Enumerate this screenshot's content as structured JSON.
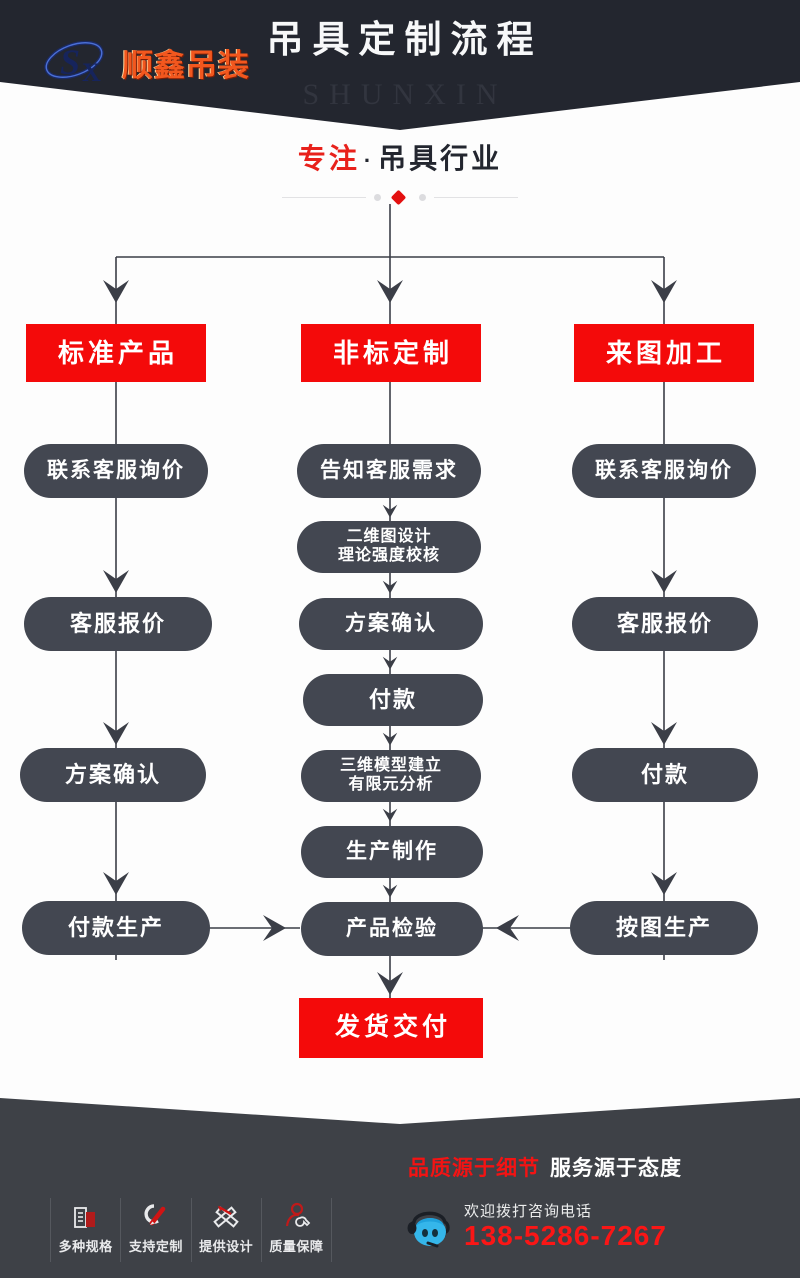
{
  "header": {
    "title": "吊具定制流程",
    "subtitle_en": "SHUNXIN",
    "slogan_highlight": "专注",
    "slogan_dot": "·",
    "slogan_rest": "吊具行业"
  },
  "flow": {
    "branches": [
      {
        "id": "standard",
        "head": "标准产品",
        "steps": [
          {
            "label": "联系客服询价"
          },
          {
            "label": "客服报价"
          },
          {
            "label": "方案确认"
          },
          {
            "label": "付款生产"
          }
        ]
      },
      {
        "id": "custom",
        "head": "非标定制",
        "steps": [
          {
            "label": "告知客服需求"
          },
          {
            "label": "二维图设计\n理论强度校核"
          },
          {
            "label": "方案确认"
          },
          {
            "label": "付款"
          },
          {
            "label": "三维模型建立\n有限元分析"
          },
          {
            "label": "生产制作"
          },
          {
            "label": "产品检验"
          }
        ]
      },
      {
        "id": "drawing",
        "head": "来图加工",
        "steps": [
          {
            "label": "联系客服询价"
          },
          {
            "label": "客服报价"
          },
          {
            "label": "付款"
          },
          {
            "label": "按图生产"
          }
        ]
      }
    ],
    "final": "发货交付"
  },
  "footer": {
    "brand": "顺鑫吊装",
    "logo_monogram": "SX",
    "features": [
      {
        "icon": "building-icon",
        "label": "多种规格"
      },
      {
        "icon": "gear-pencil-icon",
        "label": "支持定制"
      },
      {
        "icon": "ruler-triangle-icon",
        "label": "提供设计"
      },
      {
        "icon": "person-wrench-icon",
        "label": "质量保障"
      }
    ],
    "slogan_red": "品质源于细节",
    "slogan_white": "服务源于态度",
    "phone_hint": "欢迎拨打咨询电话",
    "phone_number": "138-5286-7267",
    "phone_icon": "headset-support-icon"
  },
  "colors": {
    "dark": "#23262F",
    "node": "#434751",
    "red": "#F40A0A",
    "footer": "#3E4147",
    "accent_orange": "#F2571E"
  }
}
